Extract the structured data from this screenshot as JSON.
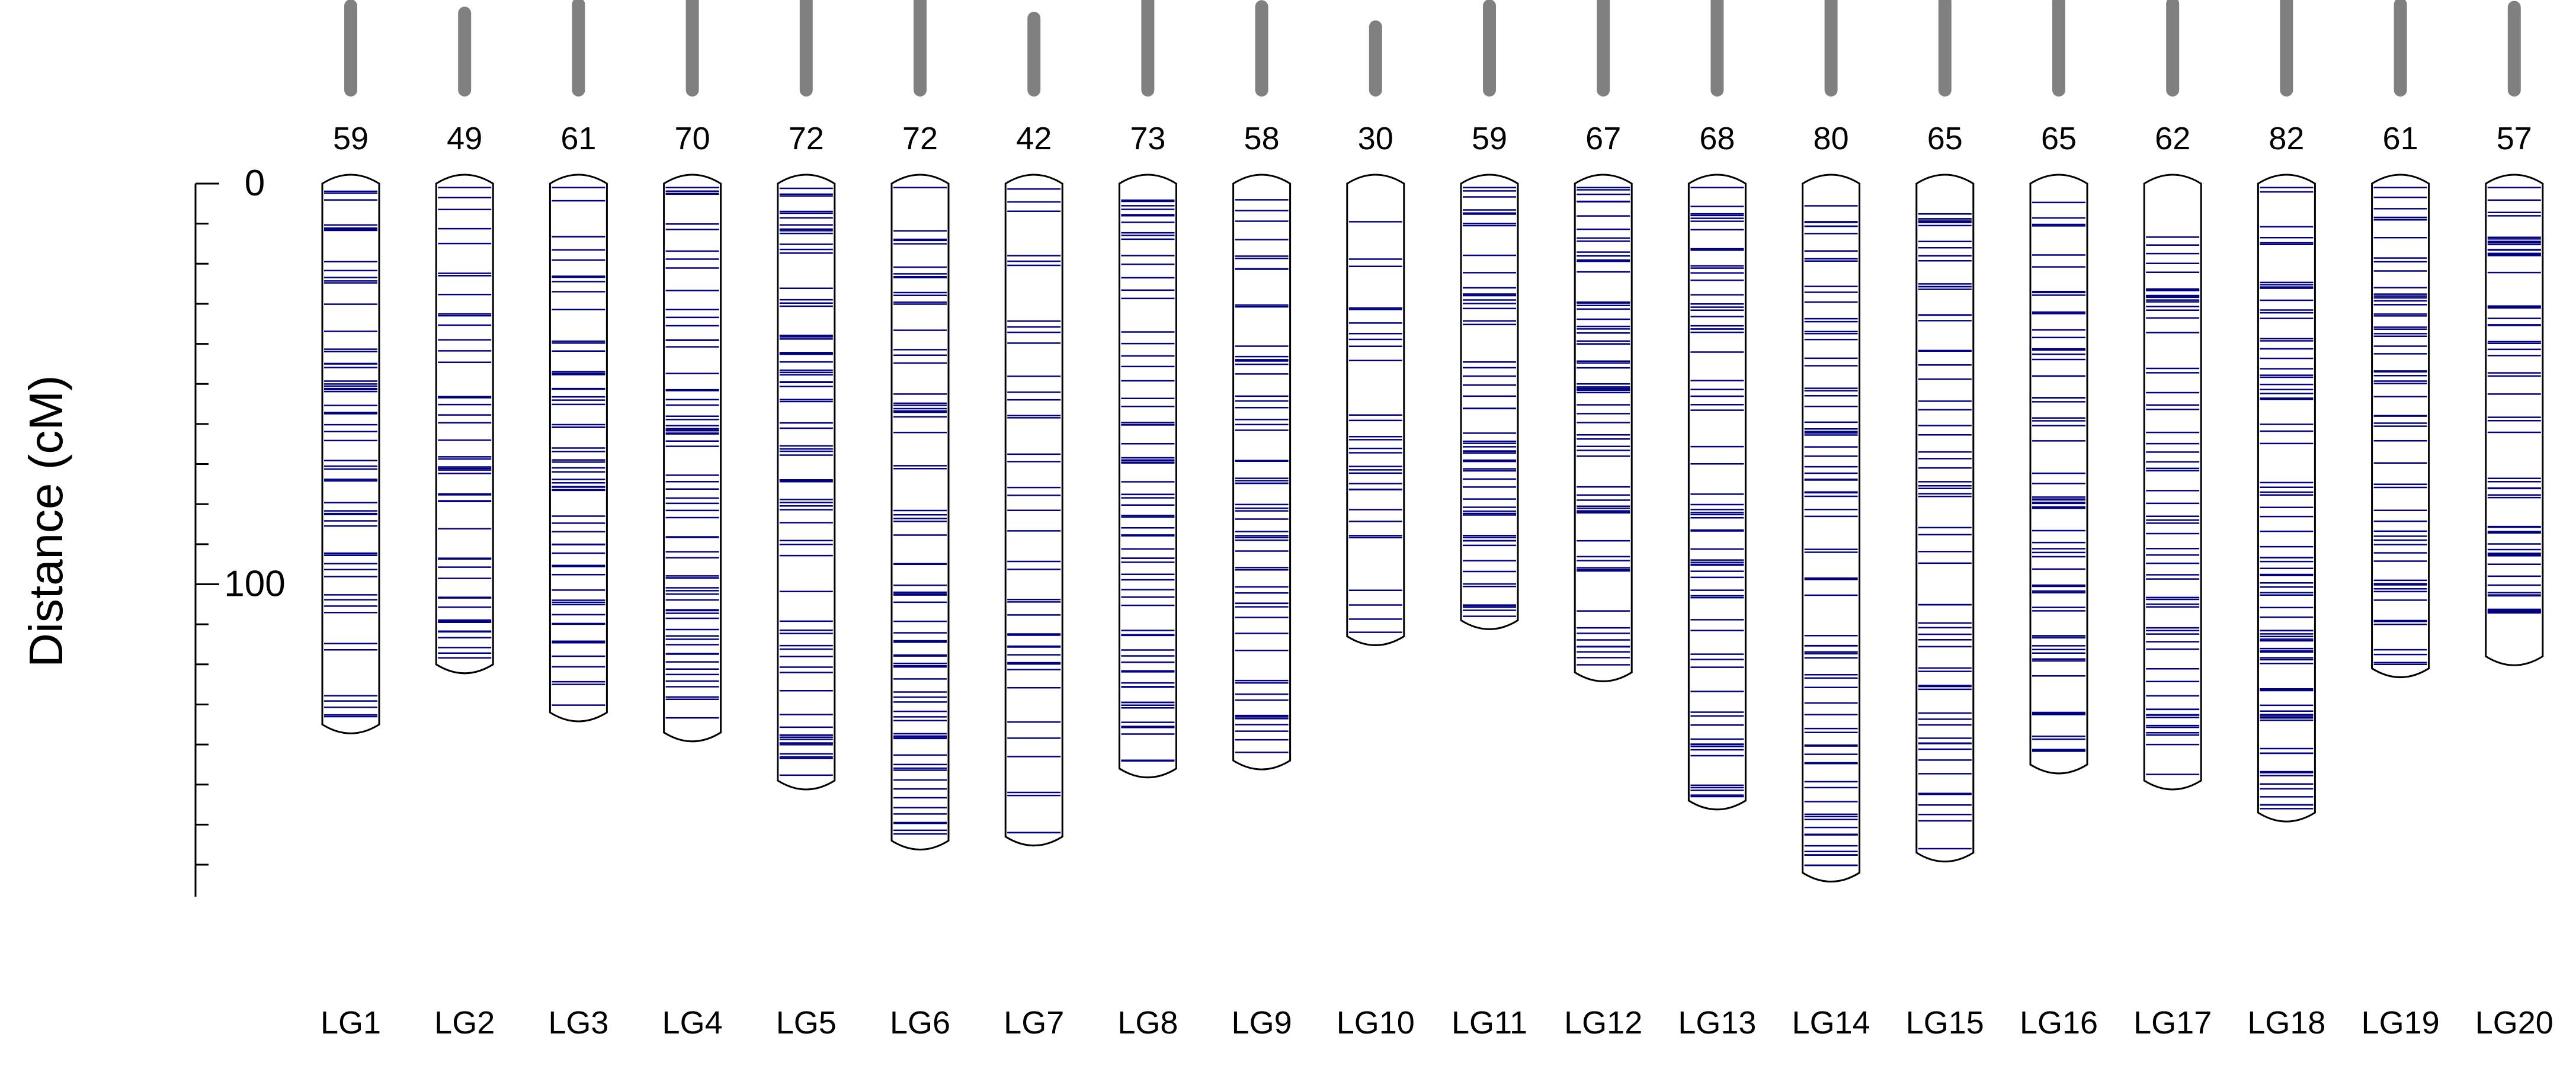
{
  "chart_data": {
    "type": "linkage-map",
    "ylabel": "Distance (cM)",
    "yticks": [
      0,
      100
    ],
    "ylim": [
      0,
      178
    ],
    "marker_color": "#000080",
    "bar_color": "#808080",
    "groups": [
      {
        "name": "LG1",
        "markers": 59,
        "length": 135
      },
      {
        "name": "LG2",
        "markers": 49,
        "length": 120
      },
      {
        "name": "LG3",
        "markers": 61,
        "length": 132
      },
      {
        "name": "LG4",
        "markers": 70,
        "length": 137
      },
      {
        "name": "LG5",
        "markers": 72,
        "length": 149
      },
      {
        "name": "LG6",
        "markers": 72,
        "length": 164
      },
      {
        "name": "LG7",
        "markers": 42,
        "length": 163
      },
      {
        "name": "LG8",
        "markers": 73,
        "length": 146
      },
      {
        "name": "LG9",
        "markers": 58,
        "length": 144
      },
      {
        "name": "LG10",
        "markers": 30,
        "length": 113
      },
      {
        "name": "LG11",
        "markers": 59,
        "length": 109
      },
      {
        "name": "LG12",
        "markers": 67,
        "length": 122
      },
      {
        "name": "LG13",
        "markers": 68,
        "length": 154
      },
      {
        "name": "LG14",
        "markers": 80,
        "length": 172
      },
      {
        "name": "LG15",
        "markers": 65,
        "length": 167
      },
      {
        "name": "LG16",
        "markers": 65,
        "length": 145
      },
      {
        "name": "LG17",
        "markers": 62,
        "length": 149
      },
      {
        "name": "LG18",
        "markers": 82,
        "length": 157
      },
      {
        "name": "LG19",
        "markers": 61,
        "length": 121
      },
      {
        "name": "LG20",
        "markers": 57,
        "length": 118
      }
    ]
  }
}
